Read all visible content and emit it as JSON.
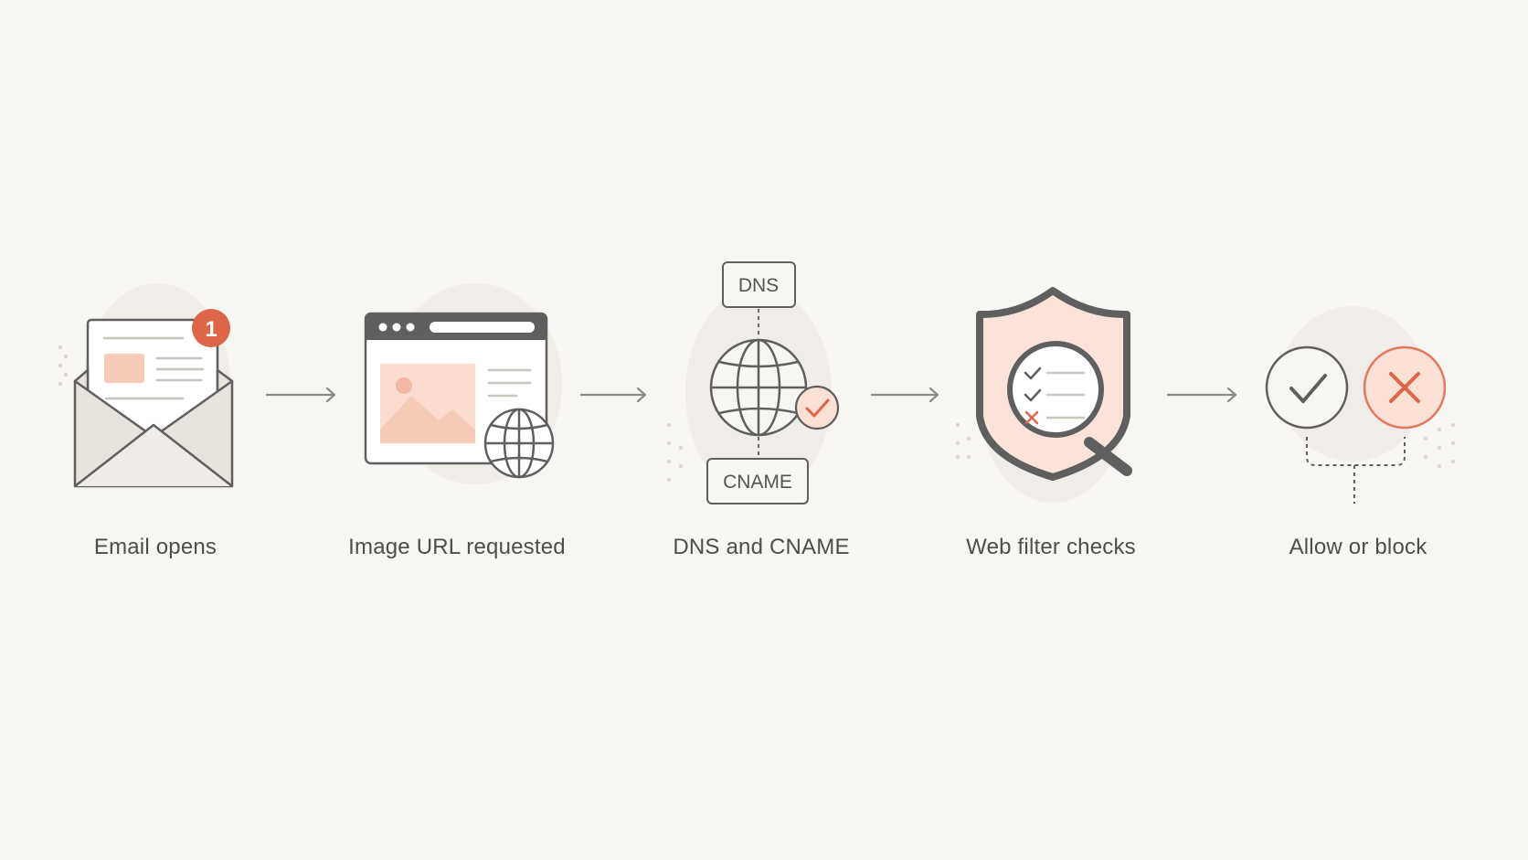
{
  "diagram": {
    "colors": {
      "background": "#f8f6f3",
      "stroke": "#5f5f5f",
      "accent": "#e06a4e",
      "accent_light": "#f8d4c8",
      "blob": "#f0ece7"
    },
    "steps": [
      {
        "label": "Email opens",
        "icon": "envelope-icon",
        "badge": "1"
      },
      {
        "label": "Image URL requested",
        "icon": "browser-window-icon"
      },
      {
        "label": "DNS and CNAME",
        "icon": "globe-icon",
        "boxes": [
          "DNS",
          "CNAME"
        ]
      },
      {
        "label": "Web filter checks",
        "icon": "shield-magnifier-icon"
      },
      {
        "label": "Allow or block",
        "icon": "allow-block-icon"
      }
    ]
  }
}
